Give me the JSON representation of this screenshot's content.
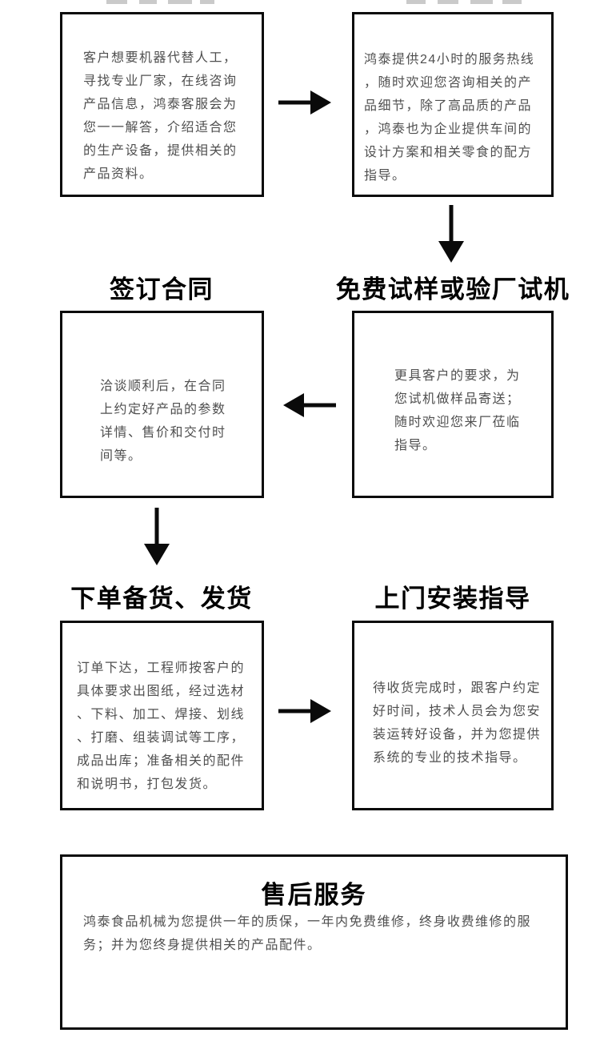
{
  "canvas": {
    "background": "#ffffff",
    "line_color": "#0a0a0a",
    "body_text_color": "#4f4f4f",
    "heading_color": "#000000"
  },
  "flow": {
    "steps": [
      {
        "key": "online-inquiry",
        "heading_clipped": true,
        "body": "客户想要机器代替人工，寻找专业厂家，在线咨询产品信息，鸿泰客服会为您一一解答，介绍适合您的生产设备，提供相关的产品资料。"
      },
      {
        "key": "hotline-consult",
        "heading_clipped": true,
        "body": "鸿泰提供24小时的服务热线，随时欢迎您咨询相关的产品细节，除了高品质的产品，鸿泰也为企业提供车间的设计方案和相关零食的配方指导。"
      },
      {
        "key": "free-sample-factory-test",
        "heading": "免费试样或验厂试机",
        "body": "更具客户的要求，为您试机做样品寄送；随时欢迎您来厂莅临指导。"
      },
      {
        "key": "sign-contract",
        "heading": "签订合同",
        "body": "洽谈顺利后，在合同上约定好产品的参数详情、售价和交付时间等。"
      },
      {
        "key": "order-production-shipping",
        "heading": "下单备货、发货",
        "body": "订单下达，工程师按客户的具体要求出图纸，经过选材、下料、加工、焊接、划线、打磨、组装调试等工序，成品出库；准备相关的配件和说明书，打包发货。"
      },
      {
        "key": "onsite-installation",
        "heading": "上门安装指导",
        "body": "待收货完成时，跟客户约定好时间，技术人员会为您安装运转好设备，并为您提供系统的专业的技术指导。"
      }
    ],
    "after_sales": {
      "heading": "售后服务",
      "body": "鸿泰食品机械为您提供一年的质保，一年内免费维修，终身收费维修的服务；并为您终身提供相关的产品配件。"
    }
  }
}
